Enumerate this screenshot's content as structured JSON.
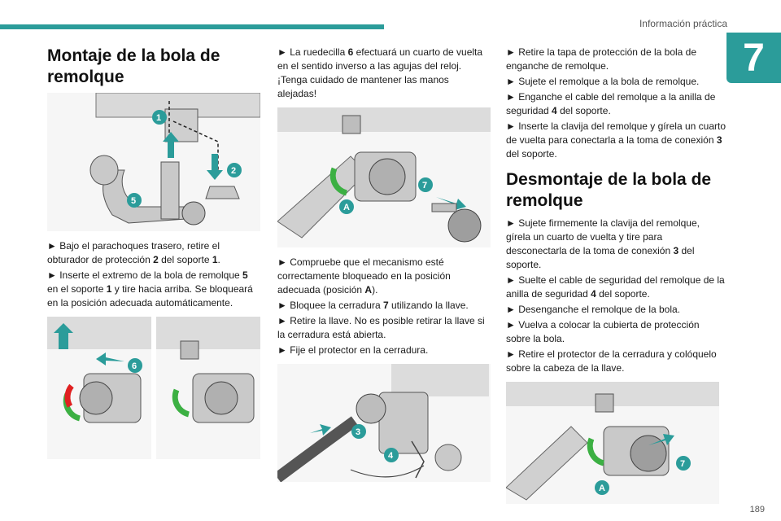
{
  "header": {
    "section": "Información práctica",
    "chapter": "7",
    "page": "189"
  },
  "col1": {
    "title": "Montaje de la bola de remolque",
    "p1": [
      "► Bajo el parachoques trasero, retire el obturador de protección ",
      "2",
      " del soporte ",
      "1",
      "."
    ],
    "p2": [
      "► Inserte el extremo de la bola de remolque ",
      "5",
      " en el soporte ",
      "1",
      " y tire hacia arriba. Se bloqueará en la posición adecuada automáticamente."
    ],
    "fig1": {
      "b1": "1",
      "b2": "2",
      "b5": "5"
    },
    "fig2": {
      "b6": "6"
    }
  },
  "col2": {
    "p1": [
      "► La ruedecilla ",
      "6",
      " efectuará un cuarto de vuelta en el sentido inverso a las agujas del reloj. ¡Tenga cuidado de mantener las manos alejadas!"
    ],
    "fig1": {
      "b7": "7",
      "bA": "A"
    },
    "p2": [
      "► Compruebe que el mecanismo esté correctamente bloqueado en la posición adecuada (posición ",
      "A",
      ")."
    ],
    "p3": [
      "► Bloquee la cerradura ",
      "7",
      " utilizando la llave."
    ],
    "p4": "► Retire la llave. No es posible retirar la llave si la cerradura está abierta.",
    "p5": "► Fije el protector en la cerradura.",
    "fig2": {
      "b3": "3",
      "b4": "4"
    }
  },
  "col3": {
    "p1": "► Retire la tapa de protección de la bola de enganche de remolque.",
    "p2": "► Sujete el remolque a la bola de remolque.",
    "p3": [
      "► Enganche el cable del remolque a la anilla de seguridad ",
      "4",
      " del soporte."
    ],
    "p4": [
      "► Inserte la clavija del remolque y gírela un cuarto de vuelta para conectarla a la toma de conexión ",
      "3",
      " del soporte."
    ],
    "title": "Desmontaje de la bola de remolque",
    "p5": [
      "► Sujete firmemente la clavija del remolque, gírela un cuarto de vuelta y tire para desconectarla de la toma de conexión ",
      "3",
      " del soporte."
    ],
    "p6": [
      "► Suelte el cable de seguridad del remolque de la anilla de seguridad ",
      "4",
      " del soporte."
    ],
    "p7": "► Desenganche el remolque de la bola.",
    "p8": "► Vuelva a colocar la cubierta de protección sobre la bola.",
    "p9": "► Retire el protector de la cerradura y colóquelo sobre la cabeza de la llave.",
    "fig1": {
      "b7": "7",
      "bA": "A"
    }
  },
  "colors": {
    "accent": "#2b9c9a",
    "arrow": "#2b9c9a",
    "green": "#3cb043",
    "red": "#e02020",
    "metal": "#c9c9c9"
  }
}
